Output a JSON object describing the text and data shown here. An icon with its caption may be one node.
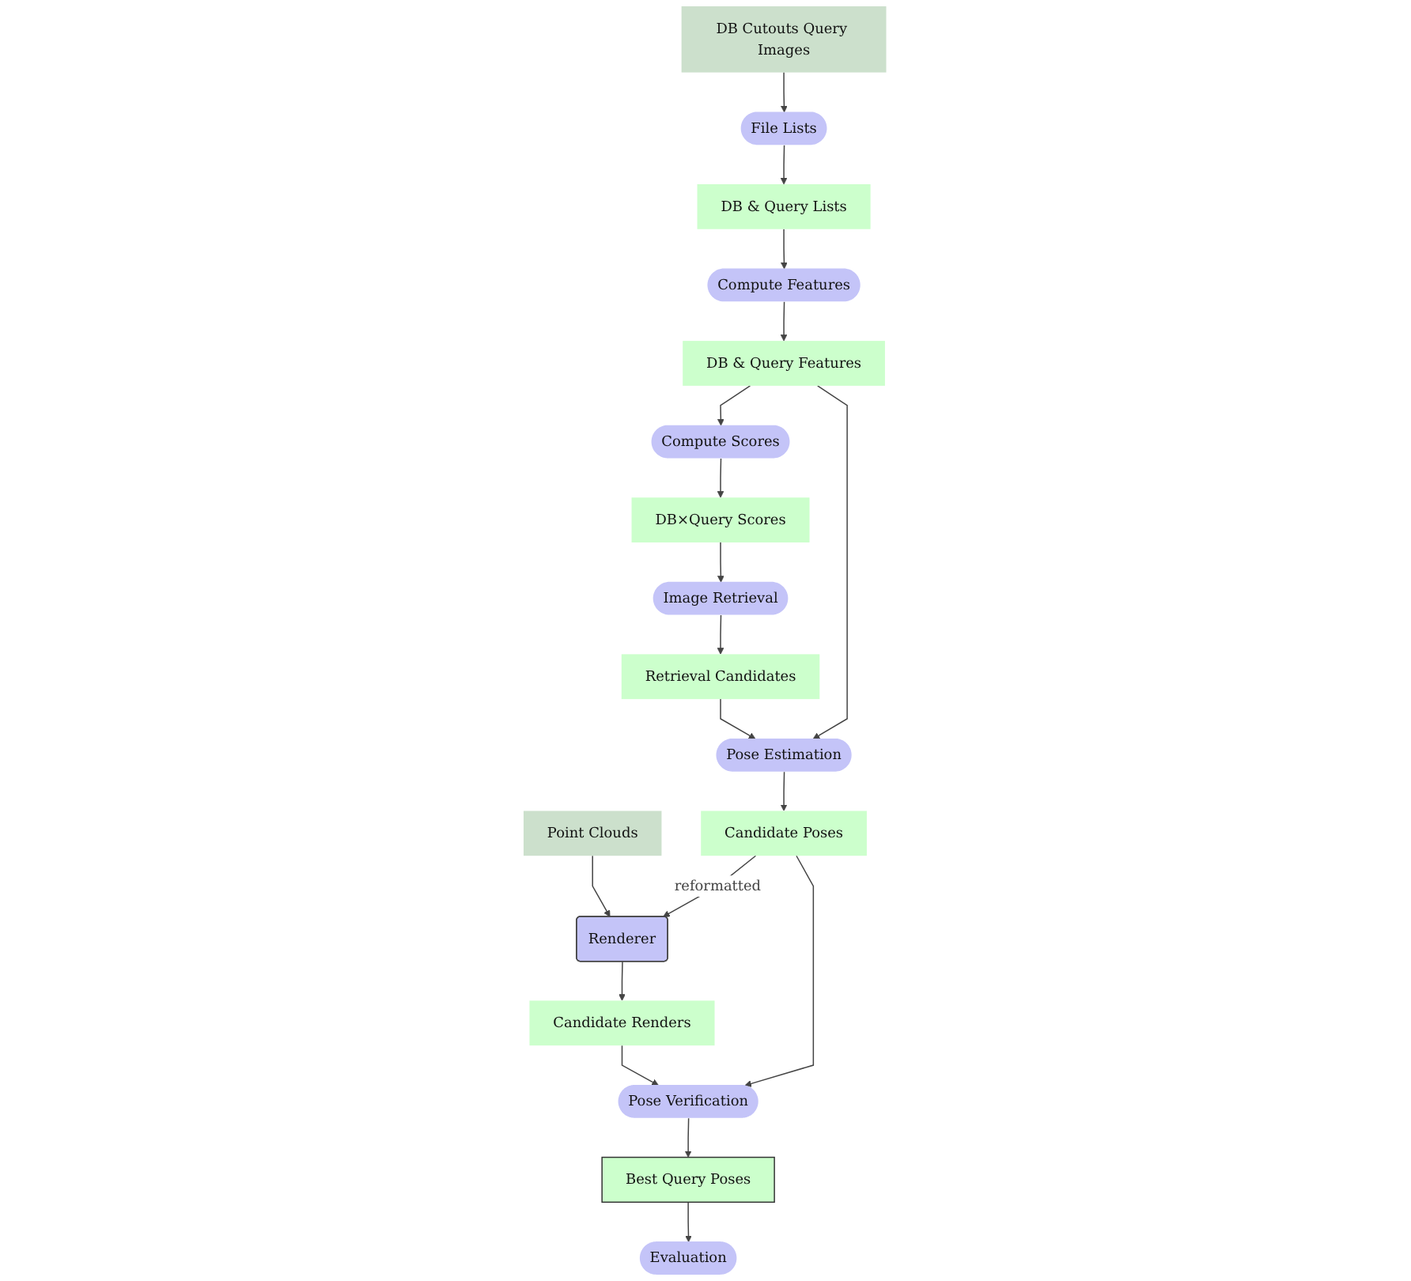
{
  "diagram": {
    "nodes": [
      {
        "text": [
          "DB Cutouts Query Images"
        ]
      },
      {
        "text": [
          "File Lists"
        ]
      },
      {
        "text": [
          "DB & Query Lists"
        ]
      },
      {
        "text": [
          "Compute Features"
        ]
      },
      {
        "text": [
          "DB & Query Features"
        ]
      },
      {
        "text": [
          "Compute Scores"
        ]
      },
      {
        "text": [
          "DB×Query Scores"
        ]
      },
      {
        "text": [
          "Image Retrieval"
        ]
      },
      {
        "text": [
          "Retrieval Candidates"
        ]
      },
      {
        "text": [
          "Pose Estimation"
        ]
      },
      {
        "text": [
          "Point Clouds"
        ]
      },
      {
        "text": [
          "Renderer"
        ]
      },
      {
        "text": [
          "Candidate Poses"
        ]
      },
      {
        "text": [
          "Candidate Renders"
        ]
      },
      {
        "text": [
          "Pose Verification"
        ]
      },
      {
        "text": [
          "Evaluation"
        ]
      },
      {
        "text": [
          "Best Query Poses"
        ]
      }
    ],
    "edges": [
      {
        "from": 0,
        "to": 1,
        "arrow": "to"
      },
      {
        "from": 1,
        "to": 2,
        "arrow": "to"
      },
      {
        "from": 2,
        "to": 3,
        "arrow": "to"
      },
      {
        "from": 3,
        "to": 4,
        "arrow": "to"
      },
      {
        "from": 4,
        "to": 5,
        "arrow": "to"
      },
      {
        "from": 5,
        "to": 6,
        "arrow": "to"
      },
      {
        "from": 6,
        "to": 7,
        "arrow": "to"
      },
      {
        "from": 4,
        "to": 9,
        "arrow": "to"
      },
      {
        "from": 7,
        "to": 8,
        "arrow": "to"
      },
      {
        "from": 8,
        "to": 9,
        "arrow": "to"
      },
      {
        "from": 9,
        "to": 12,
        "arrow": "to"
      },
      {
        "from": 10,
        "to": 11,
        "arrow": "to"
      },
      {
        "from": 12,
        "to": 11,
        "arrow": "to",
        "label": "reformatted"
      },
      {
        "from": 11,
        "to": 13,
        "arrow": "to"
      },
      {
        "from": 12,
        "to": 14,
        "arrow": "to"
      },
      {
        "from": 13,
        "to": 14,
        "arrow": "to"
      },
      {
        "from": 14,
        "to": 16,
        "arrow": "to"
      },
      {
        "from": 16,
        "to": 15,
        "arrow": "to"
      }
    ]
  }
}
